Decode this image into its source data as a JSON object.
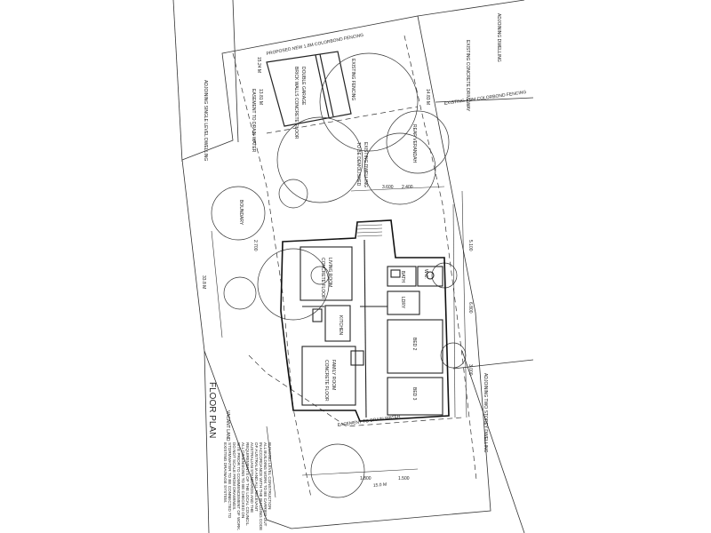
{
  "title": "FLOOR PLAN",
  "rooms": {
    "living": "LIVING ROOM",
    "living_floor": "CONCRETE FLOOR",
    "family": "FAMILY ROOM",
    "family_floor": "CONCRETE FLOOR",
    "bed2": "BED 2",
    "bed3": "BED 3",
    "kitchen": "KITCHEN",
    "bath": "BATH",
    "wc": "W.C.",
    "ldry": "LDRY"
  },
  "site": {
    "proposed_fence": "PROPOSED NEW 1.8M COLORBOND FENCING",
    "double_garage": "DOUBLE GARAGE",
    "garage_floor": "BRICK WALLS CONCRETE FLOOR",
    "existing_fencing": "EXISTING FENCING",
    "existing_colorbond": "EXISTING 1.8M COLORBOND FENCING",
    "adjoining_single": "ADJOINING SINGLE LEVEL DWELLING",
    "adjoining_two": "ADJOINING TWO STOREY DWELLING",
    "vacant_land": "VACANT LAND",
    "easement_top": "EASEMENT TO DRAIN WATER",
    "easement_bottom": "EASEMENT TO DRAIN WATER",
    "adjoining_top": "ADJOINING DWELLING",
    "existing_driveway": "EXISTING CONCRETE DRIVEWAY",
    "to_be_demolished": "TO BE DEMOLISHED",
    "existing_dwelling": "EXISTING DWELLING",
    "rear_verandah": "REAR VERANDAH",
    "boundary": "BOUNDARY"
  },
  "dims": {
    "top_boundary": "15.24 M",
    "bottom_boundary": "15.0 M",
    "left_boundary": "33.8 M",
    "left_offset": "2.700",
    "garage_offset": "13.81 M",
    "right_offset": "14.83 M",
    "d1": "3.600",
    "d2": "2.400",
    "d3": "1.800",
    "d4": "5.100",
    "d5": "6.800",
    "d6": "3.000",
    "d7": "1.500"
  },
  "notes": [
    "BUILDING LEVEL CONSTRUCTION",
    "ALL BUILDING WORK TO BE CARRIED OUT",
    "IN ACCORDANCE WITH THE BUILDING CODE",
    "OF AUSTRALIA AND ALL RELEVANT",
    "AUSTRALIAN STANDARDS AND THE",
    "REQUIREMENTS OF THE LOCAL COUNCIL.",
    "ALL DIMENSIONS TO BE CHECKED ON",
    "SITE PRIOR TO COMMENCEMENT OF WORK.",
    "DO NOT SCALE FROM DRAWINGS.",
    "STORMWATER TO BE CONNECTED TO",
    "EXISTING DRAINAGE SYSTEM."
  ]
}
